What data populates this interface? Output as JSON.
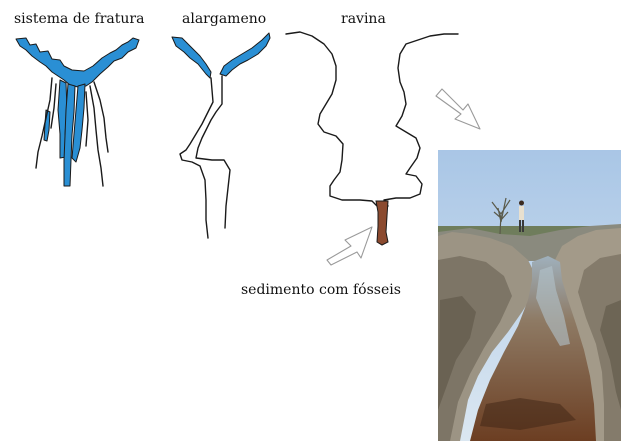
{
  "labels": {
    "stage1": "sistema de fratura",
    "stage2": "alargameno",
    "stage3": "ravina",
    "sediment": "sedimento com fósseis"
  },
  "colors": {
    "water": "#2a8fd4",
    "sediment": "#8b4a2f",
    "outline": "#1a1a1a",
    "arrow_outline": "#9a9a9a"
  },
  "photo": {
    "subject": "eroded karst ravine with reddish-brown water channel, tree and person on the rim"
  }
}
